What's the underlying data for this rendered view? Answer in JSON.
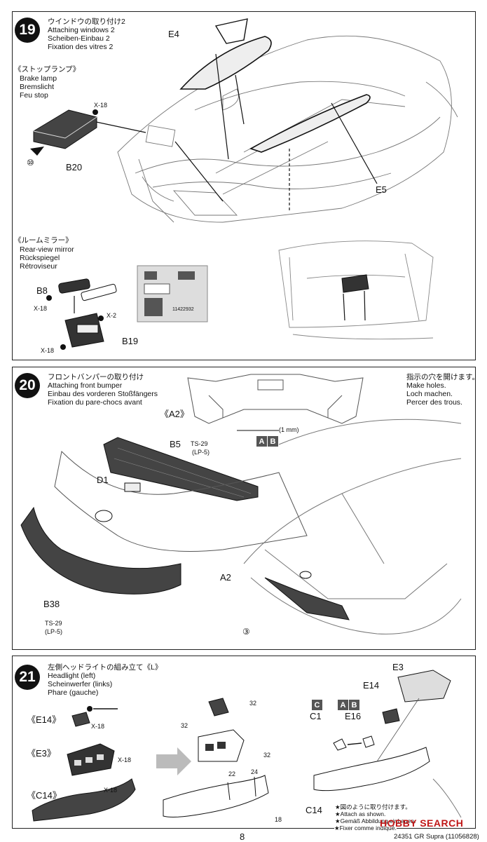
{
  "step19": {
    "number": "19",
    "title_jp": "ウインドウの取り付け2",
    "title_en": "Attaching windows 2",
    "title_de": "Scheiben-Einbau 2",
    "title_fr": "Fixation des vitres 2",
    "brake_lamp": {
      "jp": "《ストップランプ》",
      "en": "Brake lamp",
      "de": "Bremslicht",
      "fr": "Feu stop",
      "part": "B20",
      "paint": "X-18",
      "callout": "⑩"
    },
    "mirror": {
      "jp": "《ルームミラー》",
      "en": "Rear-view mirror",
      "de": "Rückspiegel",
      "fr": "Rétroviseur",
      "parts": [
        "B8",
        "B19"
      ],
      "paints": [
        "X-18",
        "X-2",
        "X-18"
      ]
    },
    "parts": [
      "E4",
      "E5"
    ],
    "decal_code": "11422932"
  },
  "step20": {
    "number": "20",
    "title_jp": "フロントバンパーの取り付け",
    "title_en": "Attaching front bumper",
    "title_de": "Einbau des vorderen Stoßfängers",
    "title_fr": "Fixation du pare-chocs avant",
    "holes": {
      "jp": "指示の穴を開けます。",
      "en": "Make holes.",
      "de": "Loch machen.",
      "fr": "Percer des trous."
    },
    "a2_label": "《A2》",
    "drill": "(1 mm)",
    "ab": [
      "A",
      "B"
    ],
    "b5": {
      "part": "B5",
      "paint": "TS-29",
      "lp": "(LP-5)"
    },
    "d1": "D1",
    "a2": "A2",
    "b38": {
      "part": "B38",
      "paint": "TS-29",
      "lp": "(LP-5)"
    },
    "callout": "③"
  },
  "step21": {
    "number": "21",
    "title_jp": "左側ヘッドライトの組み立て《L》",
    "title_en": "Headlight (left)",
    "title_de": "Scheinwerfer (links)",
    "title_fr": "Phare (gauche)",
    "e14_label": "《E14》",
    "e3_label": "《E3》",
    "c14_label": "《C14》",
    "paint": "X-18",
    "callouts": [
      "32",
      "32",
      "32",
      "22",
      "24",
      "18"
    ],
    "parts": [
      "E3",
      "E14",
      "C1",
      "E16",
      "C14"
    ],
    "c_tag": "C",
    "ab": [
      "A",
      "B"
    ],
    "attach": {
      "jp": "★図のように取り付けます。",
      "en": "★Attach as shown.",
      "de": "★Gemäß Abbildung einbauen.",
      "fr": "★Fixer comme indiqué."
    }
  },
  "footer": {
    "page": "8",
    "product": "24351  GR Supra (11056828)",
    "watermark": "HOBBY SEARCH"
  }
}
